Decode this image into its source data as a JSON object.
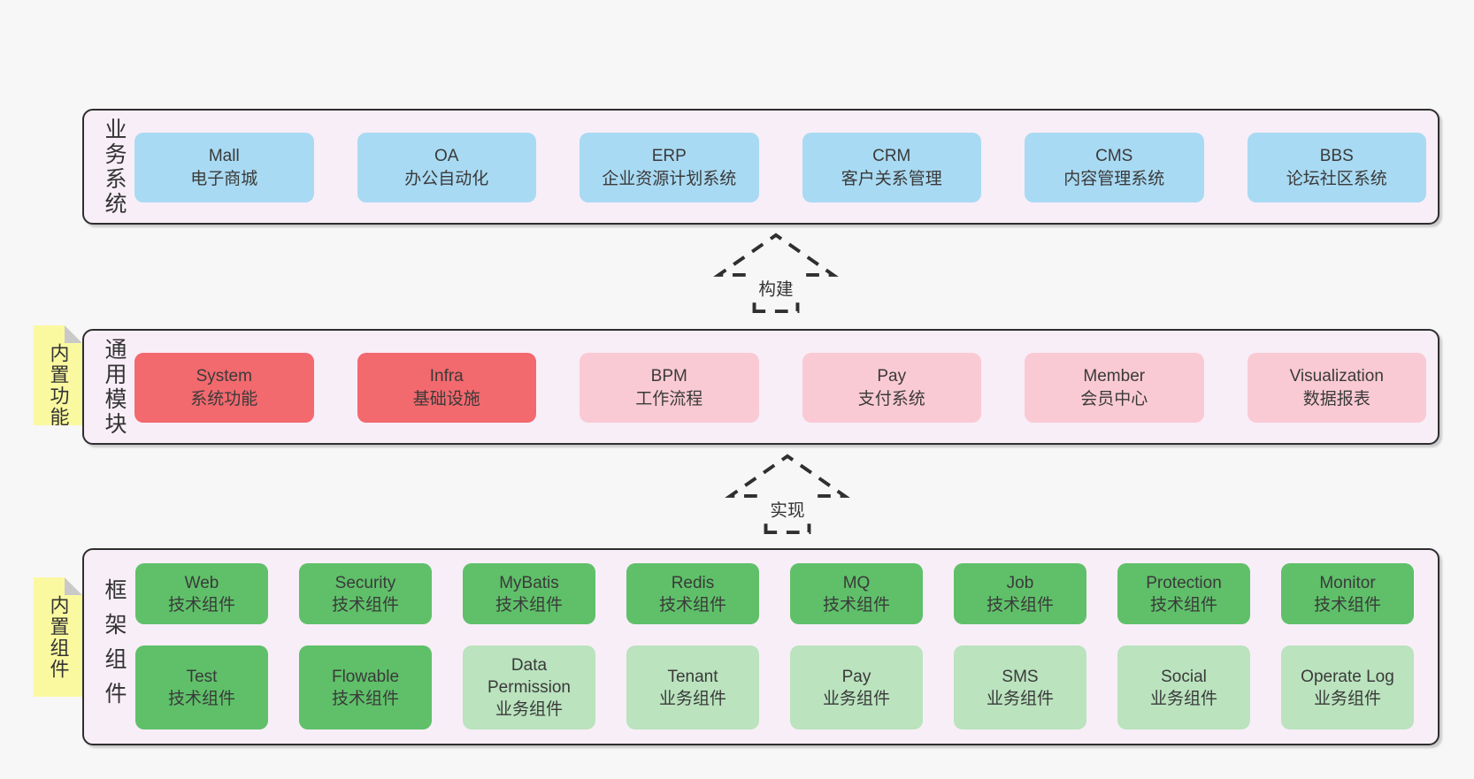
{
  "colors": {
    "page_bg": "#f7f7f7",
    "panel_bg": "#f8eef7",
    "panel_border": "#2e2e2e",
    "business_box": "#a9daf3",
    "core_module_box": "#f2696e",
    "extension_module_box": "#facad4",
    "tech_component_box": "#5fc069",
    "biz_component_box": "#bae3be",
    "sticky_tag": "#fbf9a0",
    "text": "#3a3a3a"
  },
  "layers": [
    {
      "label": "业务系统",
      "boxes": [
        {
          "name": "Mall",
          "desc": "电子商城",
          "type": "blue"
        },
        {
          "name": "OA",
          "desc": "办公自动化",
          "type": "blue"
        },
        {
          "name": "ERP",
          "desc": "企业资源计划系统",
          "type": "blue"
        },
        {
          "name": "CRM",
          "desc": "客户关系管理",
          "type": "blue"
        },
        {
          "name": "CMS",
          "desc": "内容管理系统",
          "type": "blue"
        },
        {
          "name": "BBS",
          "desc": "论坛社区系统",
          "type": "blue"
        }
      ]
    },
    {
      "label": "通用模块",
      "tag": "内置功能",
      "boxes": [
        {
          "name": "System",
          "desc": "系统功能",
          "type": "red"
        },
        {
          "name": "Infra",
          "desc": "基础设施",
          "type": "red"
        },
        {
          "name": "BPM",
          "desc": "工作流程",
          "type": "pink"
        },
        {
          "name": "Pay",
          "desc": "支付系统",
          "type": "pink"
        },
        {
          "name": "Member",
          "desc": "会员中心",
          "type": "pink"
        },
        {
          "name": "Visualization",
          "desc": "数据报表",
          "type": "pink"
        }
      ]
    },
    {
      "label": "框架组件",
      "tag": "内置组件",
      "boxes": [
        {
          "name": "Web",
          "desc": "技术组件",
          "type": "green"
        },
        {
          "name": "Security",
          "desc": "技术组件",
          "type": "green"
        },
        {
          "name": "MyBatis",
          "desc": "技术组件",
          "type": "green"
        },
        {
          "name": "Redis",
          "desc": "技术组件",
          "type": "green"
        },
        {
          "name": "MQ",
          "desc": "技术组件",
          "type": "green"
        },
        {
          "name": "Job",
          "desc": "技术组件",
          "type": "green"
        },
        {
          "name": "Protection",
          "desc": "技术组件",
          "type": "green"
        },
        {
          "name": "Monitor",
          "desc": "技术组件",
          "type": "green"
        },
        {
          "name": "Test",
          "desc": "技术组件",
          "type": "green"
        },
        {
          "name": "Flowable",
          "desc": "技术组件",
          "type": "green"
        },
        {
          "name": "Data Permission",
          "desc": "业务组件",
          "type": "lightgreen"
        },
        {
          "name": "Tenant",
          "desc": "业务组件",
          "type": "lightgreen"
        },
        {
          "name": "Pay",
          "desc": "业务组件",
          "type": "lightgreen"
        },
        {
          "name": "SMS",
          "desc": "业务组件",
          "type": "lightgreen"
        },
        {
          "name": "Social",
          "desc": "业务组件",
          "type": "lightgreen"
        },
        {
          "name": "Operate Log",
          "desc": "业务组件",
          "type": "lightgreen"
        }
      ]
    }
  ],
  "arrows": [
    {
      "label": "构建"
    },
    {
      "label": "实现"
    }
  ]
}
